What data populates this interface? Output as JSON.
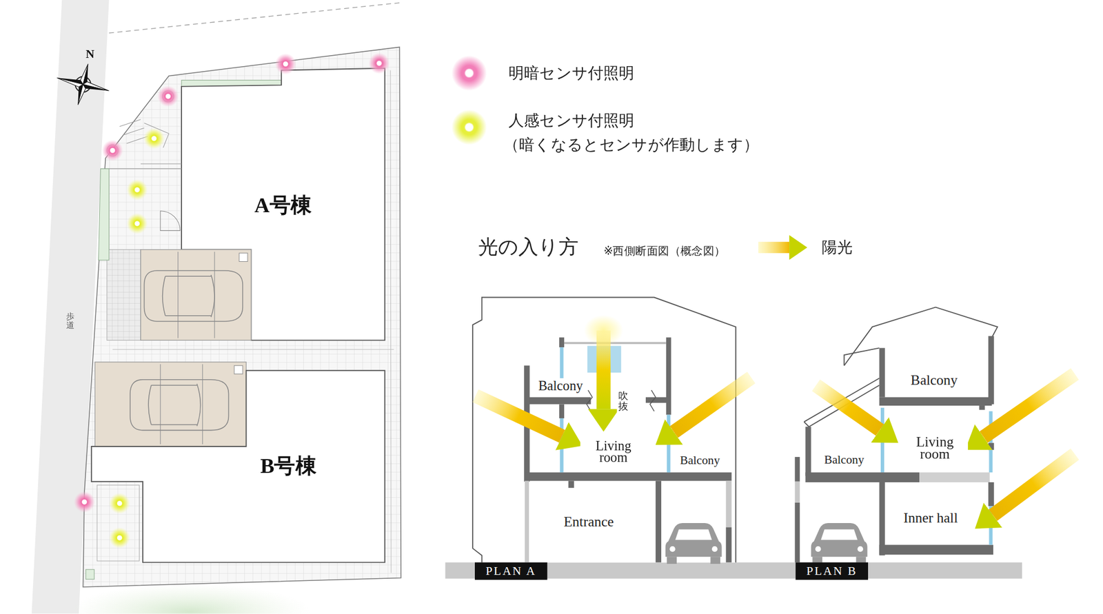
{
  "diagram": {
    "nodes": [
      {
        "text": [
          "A号棟"
        ]
      },
      {
        "text": [
          "B号棟"
        ]
      },
      {
        "text": [
          "PLAN A"
        ]
      },
      {
        "text": [
          "PLAN B"
        ]
      }
    ],
    "labels": [
      "N",
      "歩道",
      "光の入り方",
      "※西側断面図（概念図）",
      "（暗くなるとセンサが作動します）",
      "Balcony",
      "吹抜",
      "Living room",
      "Balcony",
      "Entrance",
      "Balcony",
      "Living room",
      "Balcony",
      "Inner hall"
    ],
    "legend": [
      {
        "text": "明暗センサ付照明",
        "color": "#f27fb8"
      },
      {
        "text": "人感センサ付照明",
        "color": "#e6ef3c"
      },
      {
        "text": "陽光"
      }
    ]
  }
}
